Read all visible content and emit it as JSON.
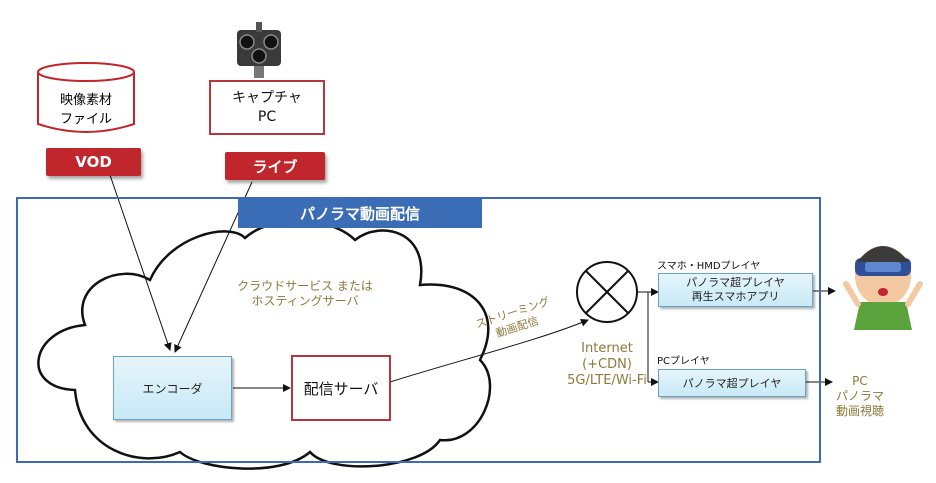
{
  "sources": {
    "vod_file_label": "映像素材\nファイル",
    "capture_pc_label": "キャプチャ\nPC",
    "vod_tag": "VOD",
    "live_tag": "ライブ"
  },
  "system": {
    "title": "パノラマ動画配信",
    "cloud_label": "クラウドサービス または\nホスティングサーバ",
    "encoder_label": "エンコーダ",
    "server_label": "配信サーバ"
  },
  "network": {
    "streaming_label": "ストリーミング\n動画配信",
    "internet_label": "Internet\n(+CDN)\n5G/LTE/Wi-Fi"
  },
  "players": {
    "mobile_header": "スマホ・HMDプレイヤ",
    "mobile_box_label": "パノラマ超プレイヤ\n再生スマホアプリ",
    "pc_header": "PCプレイヤ",
    "pc_box_label": "パノラマ超プレイヤ",
    "pc_viewing_label": "PC\nパノラマ\n動画視聴"
  },
  "colors": {
    "frame_blue": "#3d6ab1",
    "tag_red": "#c0262b",
    "text_olive": "#8d7a3a"
  }
}
